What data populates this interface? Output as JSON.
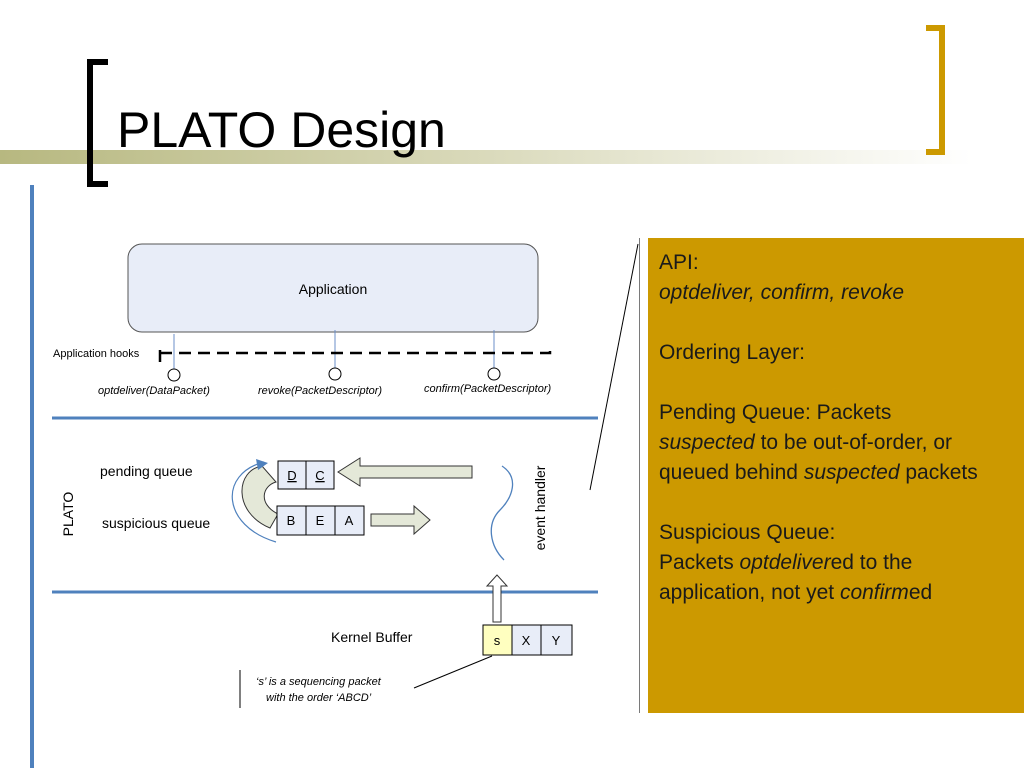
{
  "slide": {
    "title": "PLATO Design"
  },
  "diagram": {
    "application_label": "Application",
    "hooks_label": "Application hooks",
    "hook_optdeliver": "optdeliver(DataPacket)",
    "hook_revoke": "revoke(PacketDescriptor)",
    "hook_confirm": "confirm(PacketDescriptor)",
    "plato_label": "PLATO",
    "pending_label": "pending queue",
    "suspicious_label": "suspicious queue",
    "event_handler_label": "event handler",
    "pending_cells": [
      "D",
      "C"
    ],
    "suspicious_cells": [
      "B",
      "E",
      "A"
    ],
    "kernel_label": "Kernel Buffer",
    "kernel_cells": [
      "s",
      "X",
      "Y"
    ],
    "note_line1": "‘s’ is a sequencing packet",
    "note_line2": "with the order ‘ABCD’"
  },
  "panel": {
    "api_heading": "API:",
    "api_methods": "optdeliver, confirm, revoke",
    "ordering_heading": "Ordering Layer:",
    "pending_prefix": "Pending Queue: Packets",
    "pending_em1": "suspected",
    "pending_mid": " to be out-of-order, or queued behind ",
    "pending_em2": "suspected",
    "pending_end": " packets",
    "susp_heading": "Suspicious Queue:",
    "susp_prefix": "Packets ",
    "susp_em1": "optdeliver",
    "susp_mid": "ed to the application, not yet ",
    "susp_em2": "confirm",
    "susp_end": "ed"
  },
  "colors": {
    "accent_gold": "#cc9900",
    "bracket_black": "#000000",
    "rule_blue": "#4f81bd",
    "app_box_fill": "#e8edf8",
    "kernel_s_fill": "#ffffc0",
    "arrow_fill": "#e4e8d8"
  }
}
